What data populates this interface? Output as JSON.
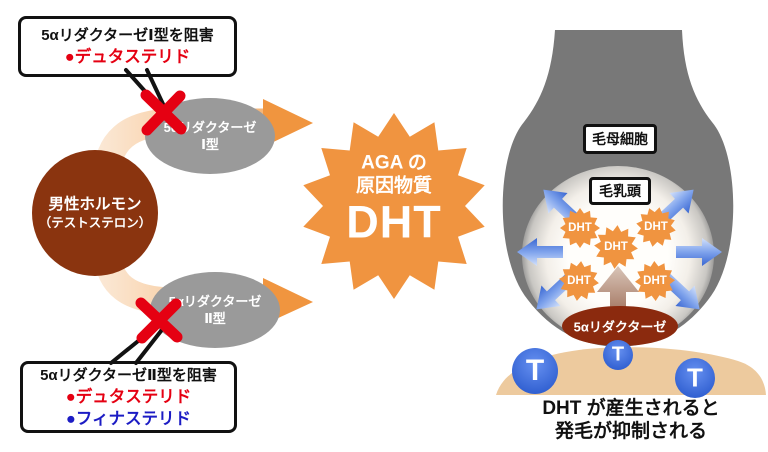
{
  "colors": {
    "dht_orange": "#f09440",
    "inhibit_red": "#e50012",
    "finasteride_blue": "#1c1cc4",
    "testosterone_blue": "#2f66d9",
    "hormone_brown": "#8a340f",
    "enzyme_gray": "#9a9a9a",
    "follicle_gray": "#787878",
    "scalp_tan": "#edca9e",
    "reductase_brown": "#8b2a0e"
  },
  "inhibitor_box_type1": {
    "title": "5αリダクターゼⅠ型を阻害",
    "drugs": [
      {
        "label": "●デュタステリド"
      }
    ]
  },
  "inhibitor_box_type2": {
    "title": "5αリダクターゼⅡ型を阻害",
    "drugs": [
      {
        "label": "●デュタステリド"
      },
      {
        "label": "●フィナステリド"
      }
    ]
  },
  "hormone_circle": {
    "line1": "男性ホルモン",
    "line2": "（テストステロン）"
  },
  "enzyme_type1": {
    "line1": "5αリダクターゼ",
    "line2": "Ⅰ型"
  },
  "enzyme_type2": {
    "line1": "5αリダクターゼ",
    "line2": "Ⅱ型"
  },
  "dht_burst": {
    "line1": "AGA の",
    "line2": "原因物質",
    "line3": "DHT"
  },
  "follicle": {
    "matrix_label": "毛母細胞",
    "papilla_label": "毛乳頭",
    "dht_label": "DHT",
    "reductase_label": "5αリダクターゼ",
    "testosterone_symbol": "T"
  },
  "caption": {
    "line1": "DHT が産生されると",
    "line2": "発毛が抑制される"
  }
}
